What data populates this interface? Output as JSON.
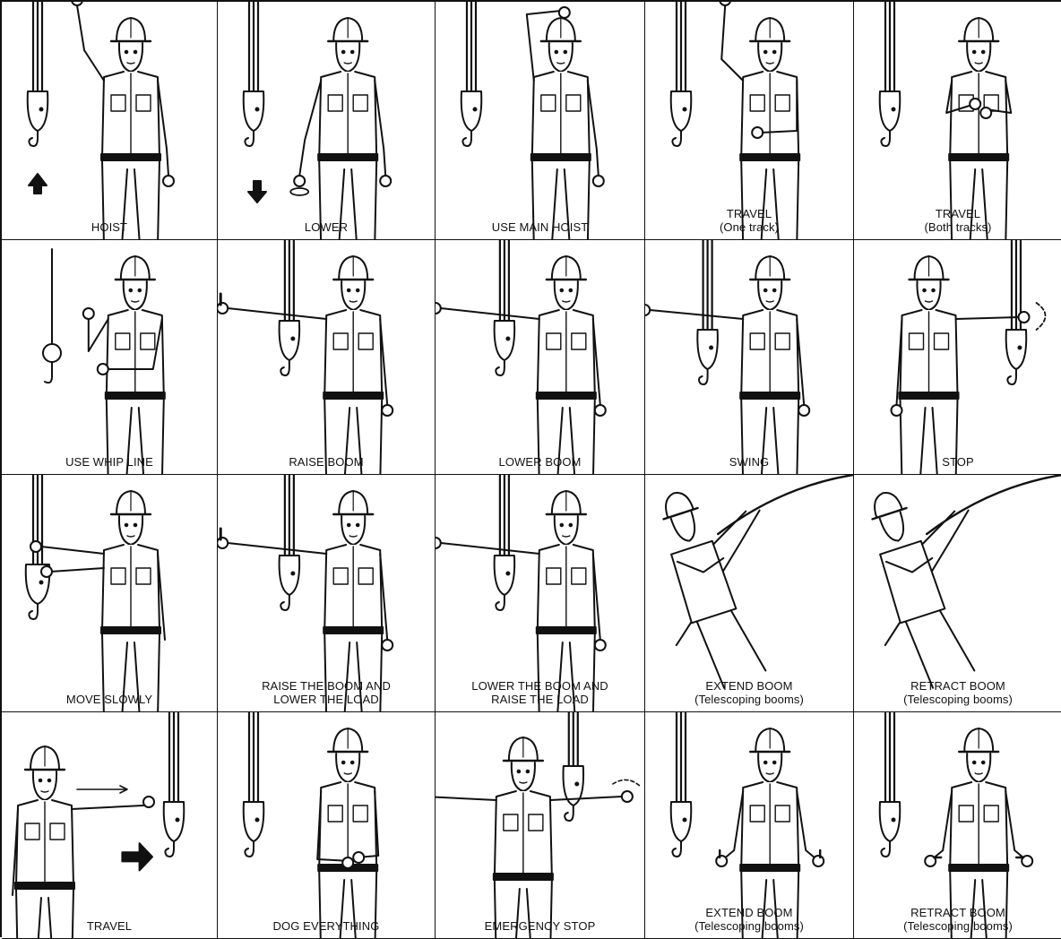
{
  "signals": [
    {
      "label": "HOIST",
      "sub": "",
      "pose": "hoist"
    },
    {
      "label": "LOWER",
      "sub": "",
      "pose": "lower"
    },
    {
      "label": "USE MAIN HOIST",
      "sub": "",
      "pose": "main"
    },
    {
      "label": "TRAVEL",
      "sub": "(One track)",
      "pose": "onetrack"
    },
    {
      "label": "TRAVEL",
      "sub": "(Both tracks)",
      "pose": "bothtracks"
    },
    {
      "label": "USE WHIP LINE",
      "sub": "",
      "pose": "whip"
    },
    {
      "label": "RAISE BOOM",
      "sub": "",
      "pose": "raiseboom"
    },
    {
      "label": "LOWER BOOM",
      "sub": "",
      "pose": "lowerboom"
    },
    {
      "label": "SWING",
      "sub": "",
      "pose": "swing"
    },
    {
      "label": "STOP",
      "sub": "",
      "pose": "stop"
    },
    {
      "label": "MOVE SLOWLY",
      "sub": "",
      "pose": "slowly"
    },
    {
      "label": "RAISE THE BOOM AND",
      "sub": "LOWER THE LOAD",
      "pose": "raiseboom"
    },
    {
      "label": "LOWER THE BOOM AND",
      "sub": "RAISE THE LOAD",
      "pose": "lowerboom"
    },
    {
      "label": "EXTEND BOOM",
      "sub": "(Telescoping booms)",
      "pose": "extendrope"
    },
    {
      "label": "RETRACT BOOM",
      "sub": "(Telescoping booms)",
      "pose": "retractrope"
    },
    {
      "label": "TRAVEL",
      "sub": "",
      "pose": "travel"
    },
    {
      "label": "DOG EVERYTHING",
      "sub": "",
      "pose": "dog"
    },
    {
      "label": "EMERGENCY STOP",
      "sub": "",
      "pose": "estop"
    },
    {
      "label": "EXTEND BOOM",
      "sub": "(Telescoping booms)",
      "pose": "extendfists"
    },
    {
      "label": "RETRACT BOOM",
      "sub": "(Telescoping booms)",
      "pose": "retractfists"
    }
  ]
}
